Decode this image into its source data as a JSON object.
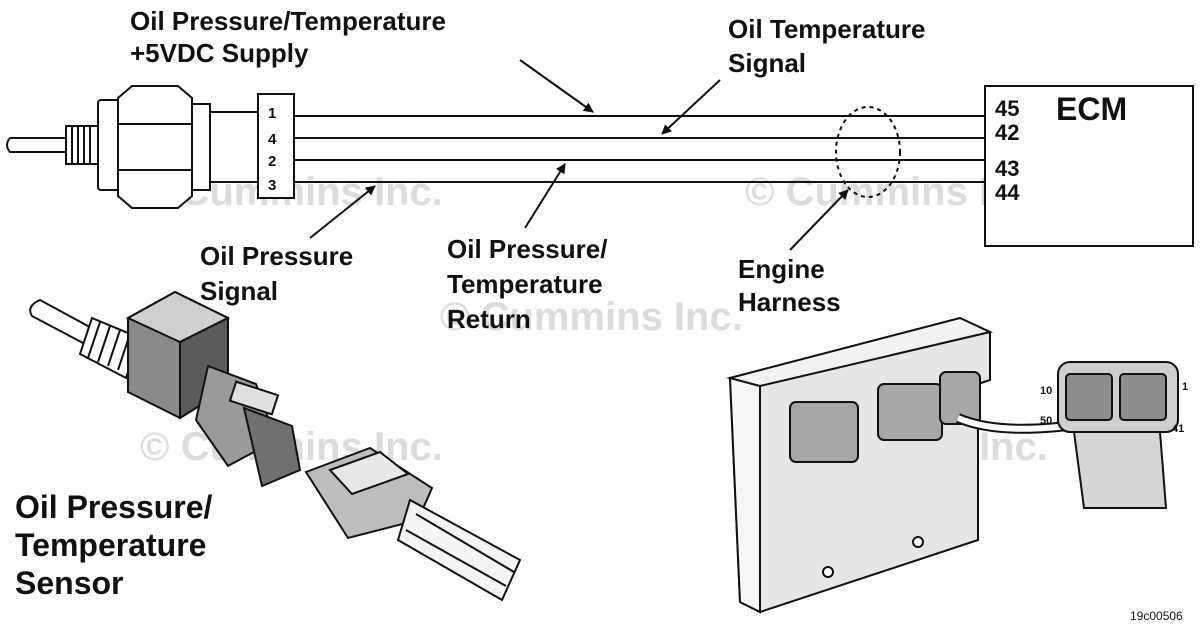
{
  "labels": {
    "supply_line1": "Oil Pressure/Temperature",
    "supply_line2": "+5VDC Supply",
    "temp_signal_line1": "Oil Temperature",
    "temp_signal_line2": "Signal",
    "ecm": "ECM",
    "pressure_signal_line1": "Oil Pressure",
    "pressure_signal_line2": "Signal",
    "return_line1": "Oil Pressure/",
    "return_line2": "Temperature",
    "return_line3": "Return",
    "harness_line1": "Engine",
    "harness_line2": "Harness",
    "sensor_line1": "Oil Pressure/",
    "sensor_line2": "Temperature",
    "sensor_line3": "Sensor",
    "figure_id": "19c00506"
  },
  "sensor_pins": [
    "1",
    "4",
    "2",
    "3"
  ],
  "ecm_pins": [
    "45",
    "42",
    "43",
    "44"
  ],
  "connector_pins": {
    "top_left": "10",
    "bottom_left": "50",
    "top_right": "1",
    "bottom_right": "41"
  },
  "watermark": "© Cummins Inc.",
  "colors": {
    "ink": "#111111",
    "watermark": "#dcdcdc",
    "background": "#ffffff"
  }
}
